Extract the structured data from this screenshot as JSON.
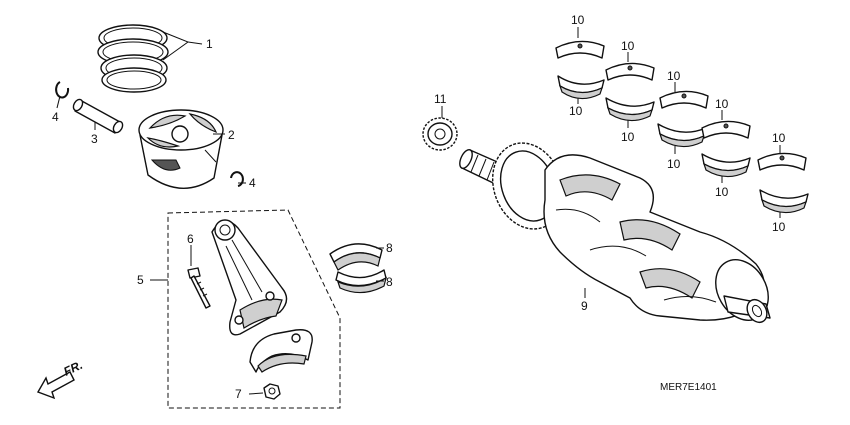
{
  "diagram": {
    "code": "MER7E1401",
    "arrow_label": "FR.",
    "callouts": {
      "c1": "1",
      "c2": "2",
      "c3": "3",
      "c4a": "4",
      "c4b": "4",
      "c5": "5",
      "c6": "6",
      "c7": "7",
      "c8a": "8",
      "c8b": "8",
      "c9": "9",
      "c11": "11",
      "c10_1t": "10",
      "c10_1b": "10",
      "c10_2t": "10",
      "c10_2b": "10",
      "c10_3t": "10",
      "c10_3b": "10",
      "c10_4t": "10",
      "c10_4b": "10",
      "c10_5t": "10",
      "c10_5b": "10"
    }
  }
}
